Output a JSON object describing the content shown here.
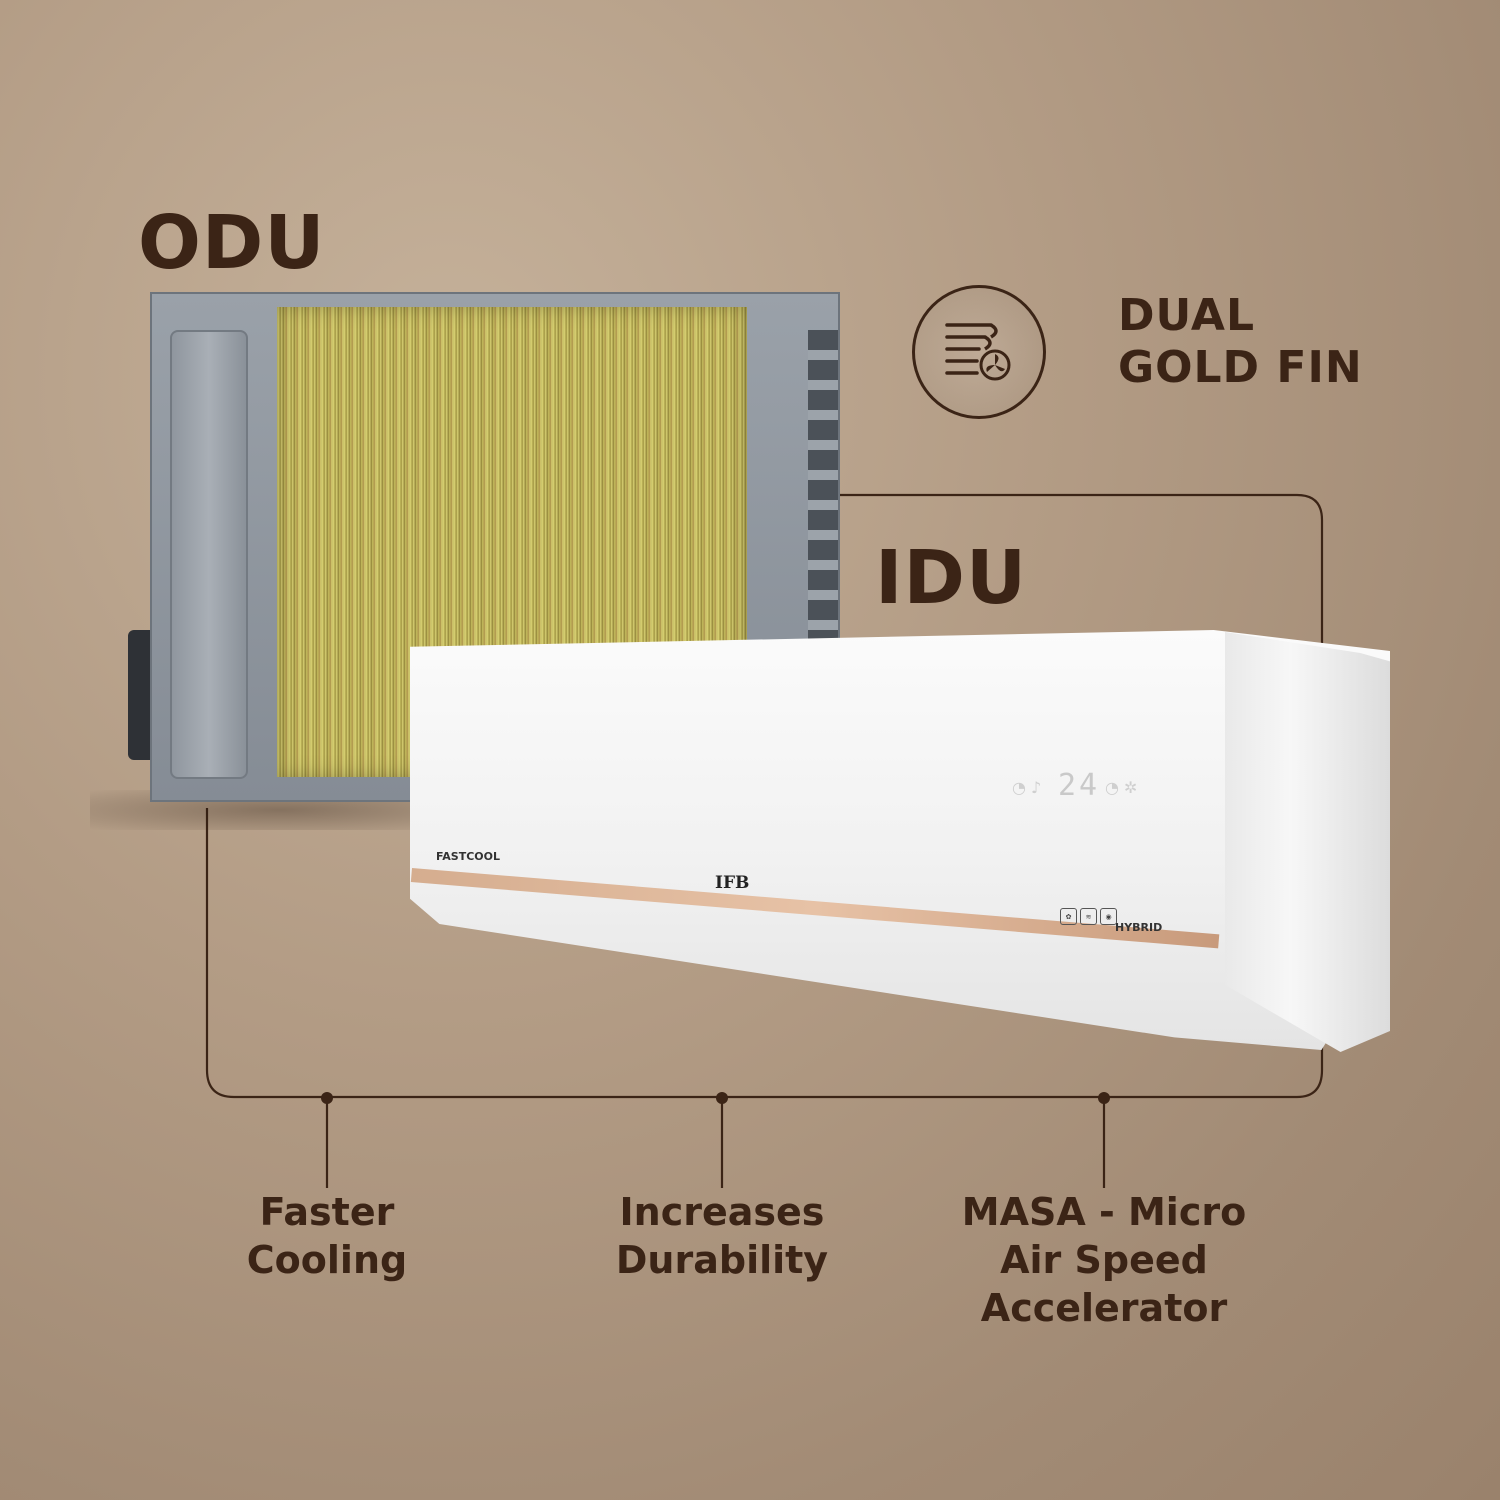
{
  "labels": {
    "odu": "ODU",
    "idu": "IDU",
    "feature_line1": "DUAL",
    "feature_line2": "GOLD FIN"
  },
  "unit": {
    "brand": "IFB",
    "series": "FASTCOOL",
    "mode": "HYBRID",
    "display_value": "24"
  },
  "benefits": [
    {
      "lines": [
        "Faster",
        "Cooling"
      ]
    },
    {
      "lines": [
        "Increases",
        "Durability"
      ]
    },
    {
      "lines": [
        "MASA - Micro",
        "Air Speed",
        "Accelerator"
      ]
    }
  ],
  "icons": {
    "feature": "coil-fan-icon"
  },
  "colors": {
    "text": "#3b2416",
    "background": "#b39c85",
    "accent_gold": "#d5ad8f"
  }
}
